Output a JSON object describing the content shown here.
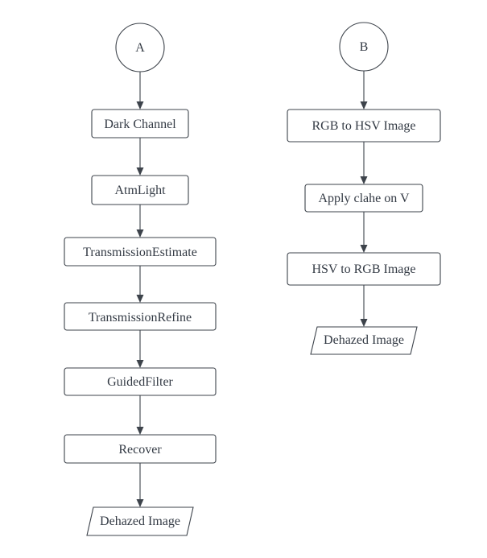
{
  "flowchart_a": {
    "start_label": "A",
    "steps": [
      "Dark Channel",
      "AtmLight",
      "TransmissionEstimate",
      "TransmissionRefine",
      "GuidedFilter",
      "Recover"
    ],
    "output_label": "Dehazed Image"
  },
  "flowchart_b": {
    "start_label": "B",
    "steps": [
      "RGB to HSV Image",
      "Apply clahe on V",
      "HSV to RGB Image"
    ],
    "output_label": "Dehazed Image"
  },
  "colors": {
    "stroke": "#3d434b",
    "text": "#333a44",
    "fill": "#ffffff"
  }
}
